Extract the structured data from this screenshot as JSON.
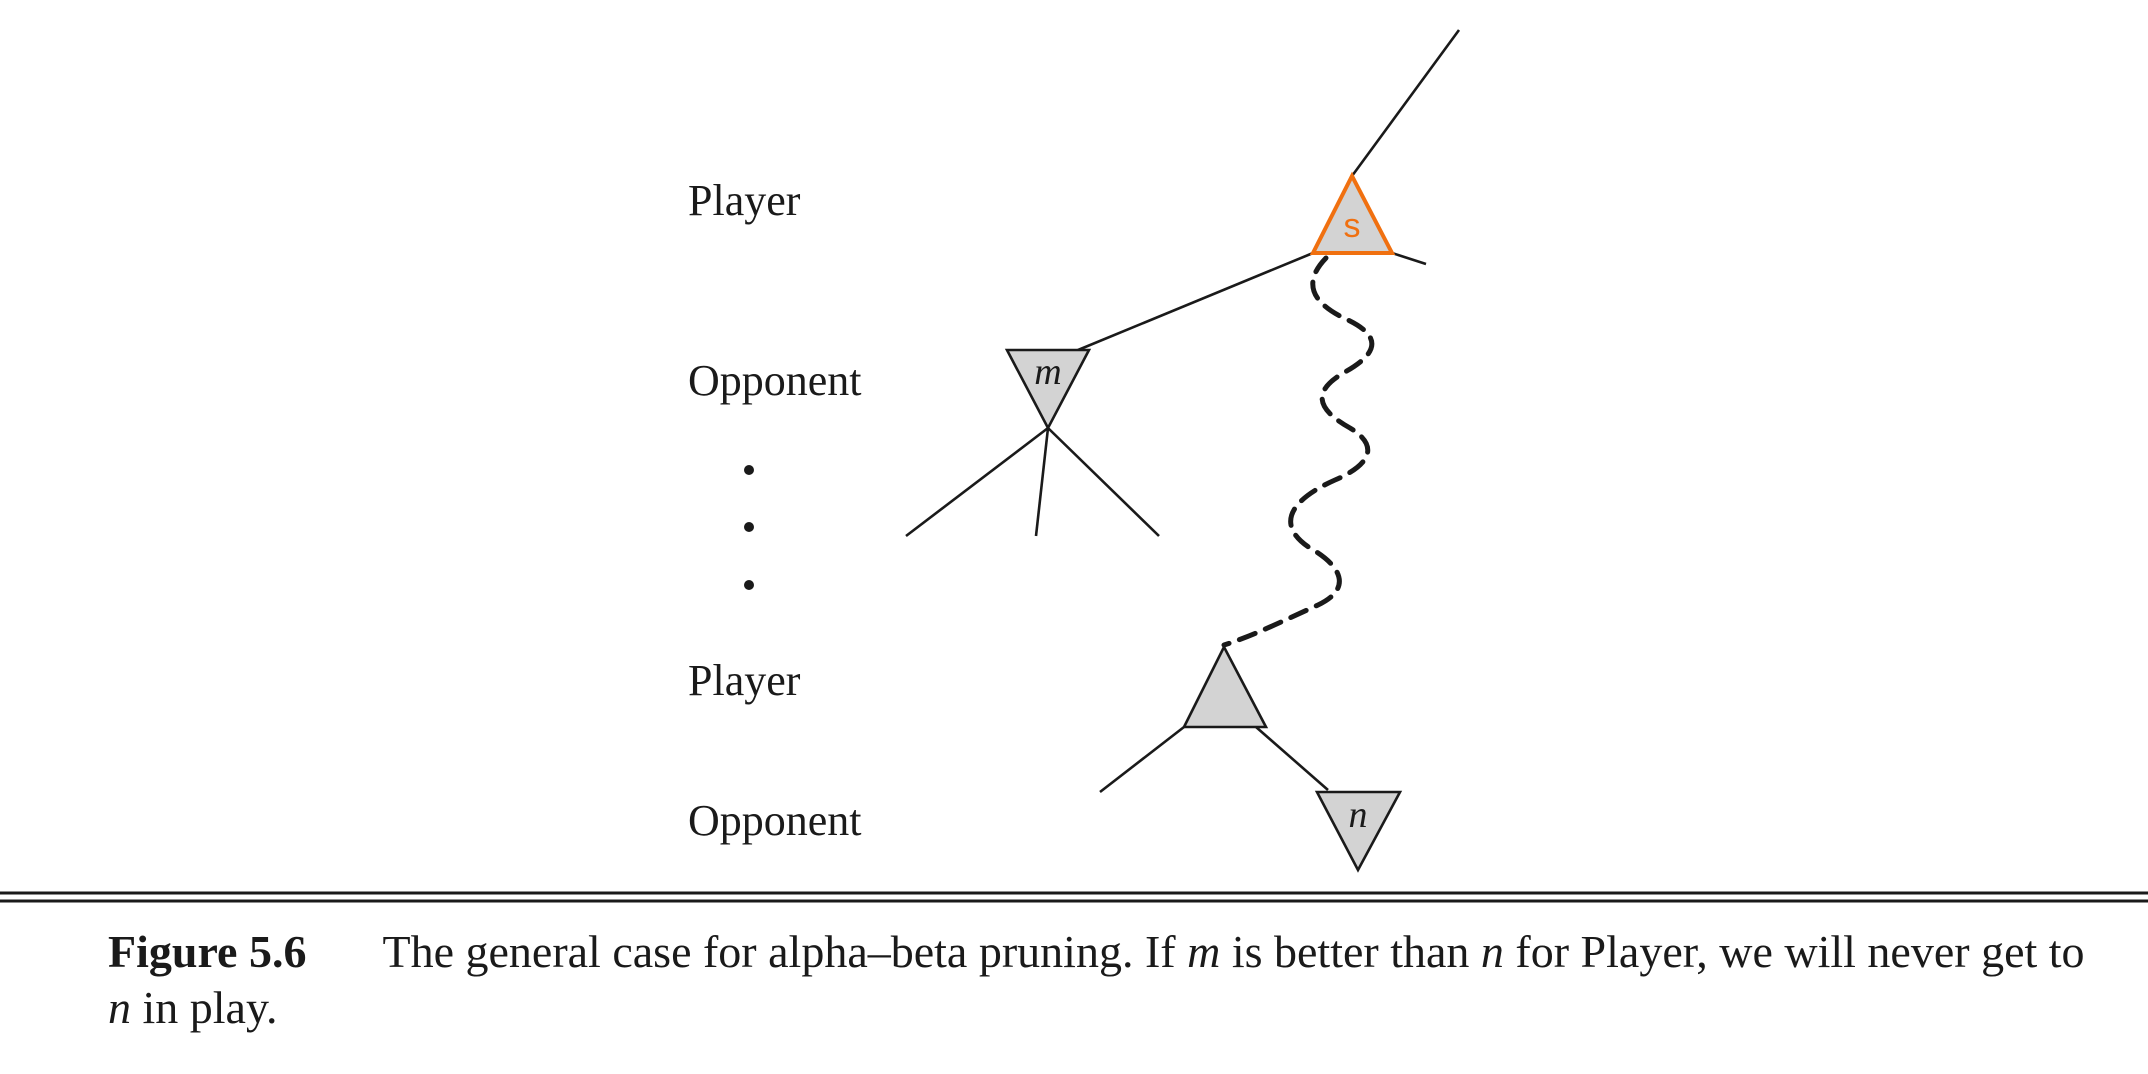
{
  "levels": {
    "player_top": "Player",
    "opponent_top": "Opponent",
    "player_bottom": "Player",
    "opponent_bottom": "Opponent"
  },
  "nodes": {
    "root": "s",
    "m": "m",
    "n": "n"
  },
  "colors": {
    "node_fill": "#d3d3d3",
    "highlight": "#f07010",
    "ink": "#1a1a1a"
  },
  "caption": {
    "label": "Figure 5.6",
    "text_1": "The general case for alpha–beta pruning. If ",
    "var_m": "m",
    "text_2": " is better than ",
    "var_n1": "n",
    "text_3": " for Player, we will never get to ",
    "var_n2": "n",
    "text_4": " in play."
  }
}
